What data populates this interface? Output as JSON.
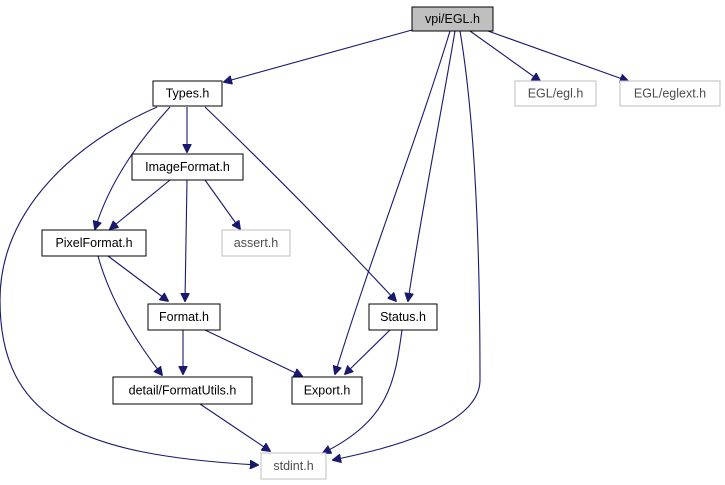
{
  "nodes": {
    "vpi_egl": {
      "label": "vpi/EGL.h"
    },
    "types": {
      "label": "Types.h"
    },
    "egl_egl": {
      "label": "EGL/egl.h"
    },
    "egl_eglext": {
      "label": "EGL/eglext.h"
    },
    "imageformat": {
      "label": "ImageFormat.h"
    },
    "pixelformat": {
      "label": "PixelFormat.h"
    },
    "assert": {
      "label": "assert.h"
    },
    "format": {
      "label": "Format.h"
    },
    "status": {
      "label": "Status.h"
    },
    "formatutils": {
      "label": "detail/FormatUtils.h"
    },
    "export": {
      "label": "Export.h"
    },
    "stdint": {
      "label": "stdint.h"
    }
  },
  "colors": {
    "edge": "#191970",
    "root_fill": "#bfbfbf",
    "external_border": "#bfbfbf"
  }
}
